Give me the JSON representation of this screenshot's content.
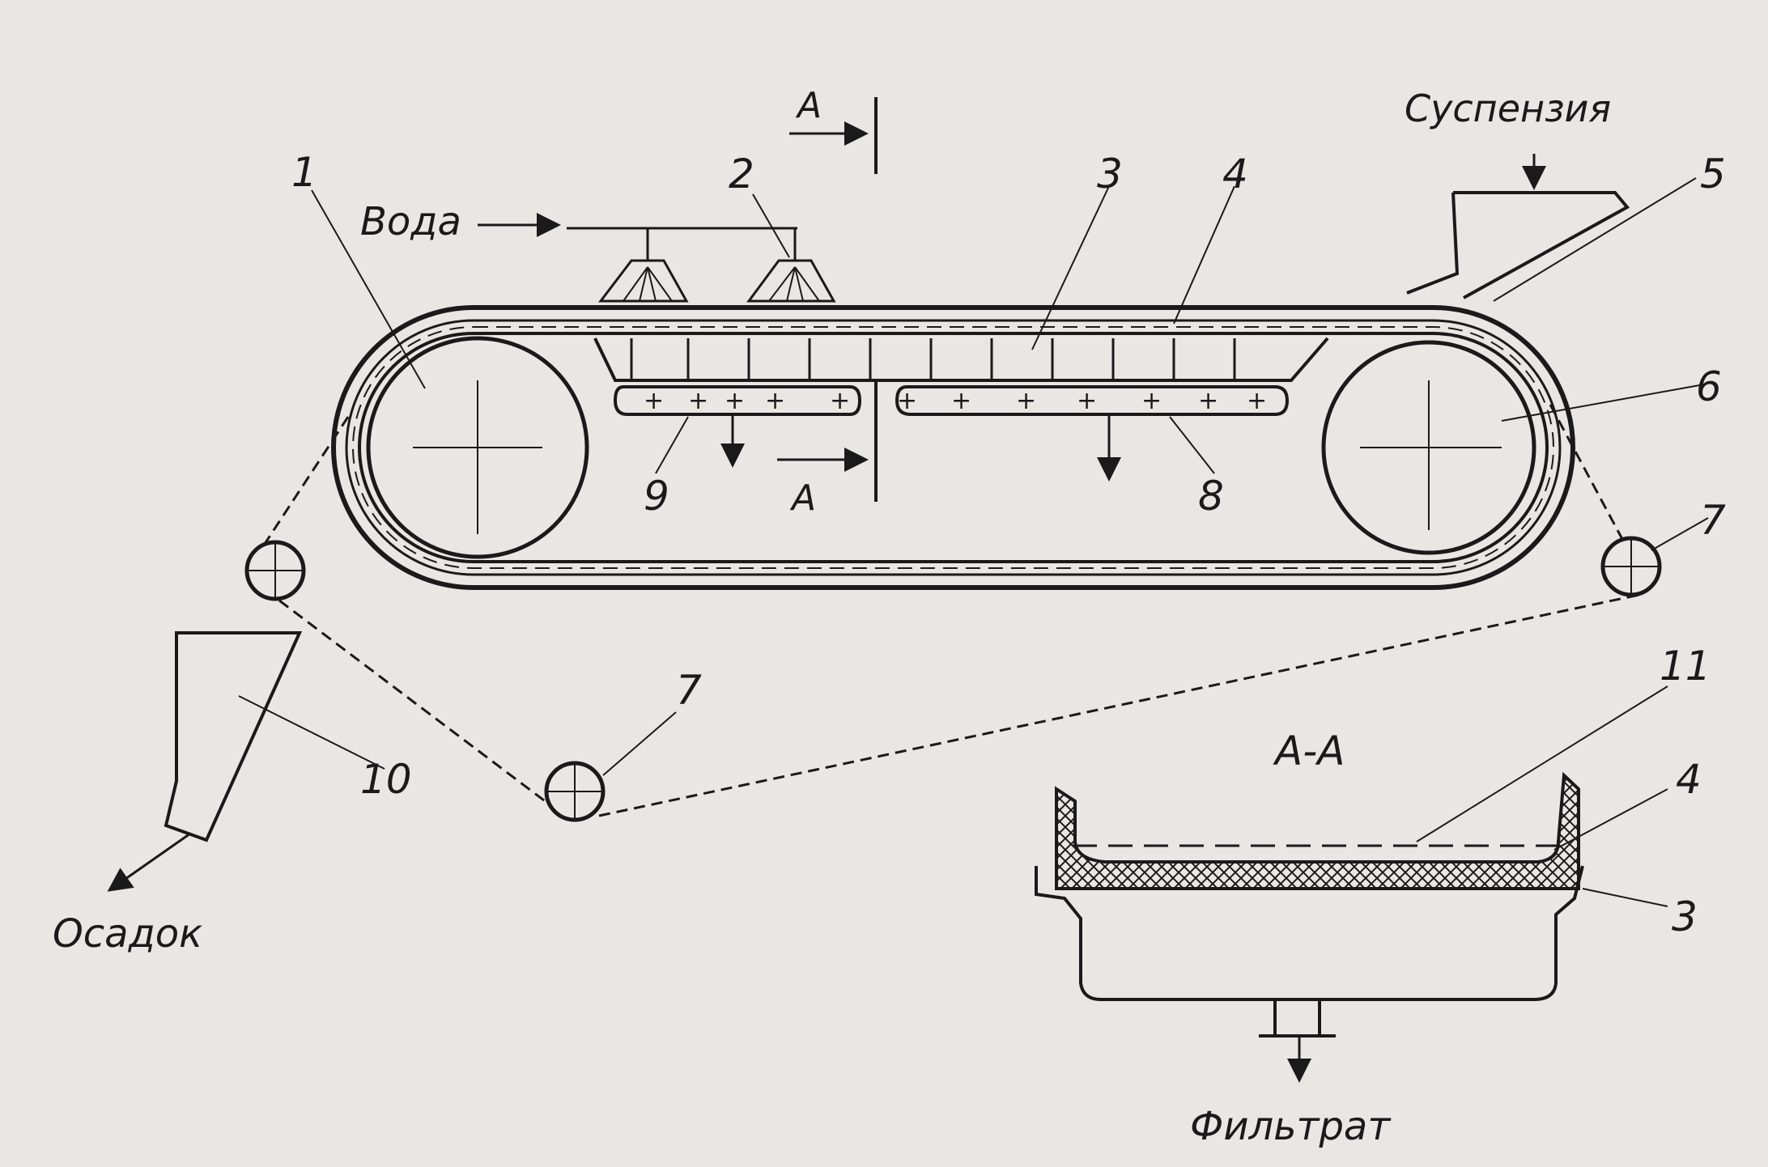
{
  "labels": {
    "water": "Вода",
    "suspension": "Суспензия",
    "sediment": "Осадок",
    "filtrate": "Фильтрат",
    "section_title": "A-A",
    "section_mark": "A"
  },
  "callouts": [
    "1",
    "2",
    "3",
    "4",
    "5",
    "6",
    "7",
    "8",
    "9",
    "10",
    "11"
  ],
  "section_callouts": [
    "11",
    "4",
    "3"
  ],
  "colors": {
    "paper": "#e8e7e4",
    "ink": "#1a1a1a"
  }
}
